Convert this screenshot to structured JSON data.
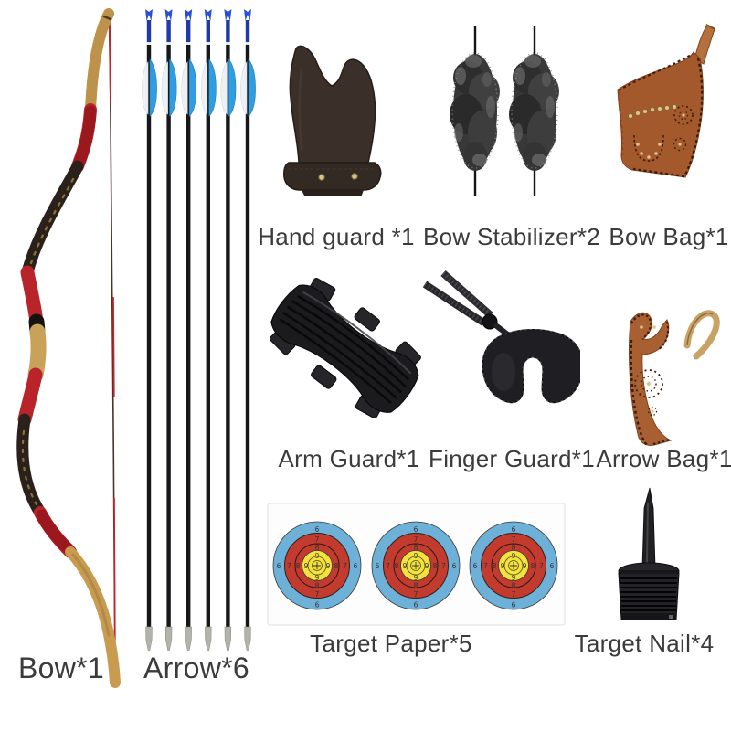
{
  "items": {
    "bow": {
      "label": "Bow*1"
    },
    "arrows": {
      "label": "Arrow*6"
    },
    "hand_guard": {
      "label": "Hand guard *1"
    },
    "bow_stabilizer": {
      "label": "Bow Stabilizer*2"
    },
    "bow_bag": {
      "label": "Bow Bag*1"
    },
    "arm_guard": {
      "label": "Arm Guard*1"
    },
    "finger_guard": {
      "label": "Finger Guard*1"
    },
    "arrow_bag": {
      "label": "Arrow Bag*1"
    },
    "target_paper": {
      "label": "Target Paper*5"
    },
    "target_nail": {
      "label": "Target Nail*4"
    }
  },
  "target_face": {
    "ring_numbers": {
      "n6": "6",
      "n7": "7",
      "n8": "8",
      "n9": "9"
    }
  },
  "colors": {
    "background": "#ffffff",
    "label_text": "#3b3b3b",
    "bow_wood": "#c99b51",
    "bow_wrap_red": "#b8242a",
    "bow_limb_dark": "#2a211d",
    "arrow_shaft_black": "#17171a",
    "arrow_nock_blue": "#2b4fd4",
    "arrow_vane_blue": "#2f9de0",
    "arrow_vane_white": "#eef1f4",
    "arrow_tip_silver": "#b4b3ab",
    "hand_guard_leather": "#3b2f29",
    "bag_leather_brown": "#a4592c",
    "strap_tan": "#c9a266",
    "stud_gold": "#d9c687",
    "black_leather": "#1c1c1f",
    "stabilizer_fur_gray": "#3a3a3a",
    "target_blue": "#6db1d9",
    "target_red": "#c23b2e",
    "target_yellow": "#f3e13e"
  }
}
